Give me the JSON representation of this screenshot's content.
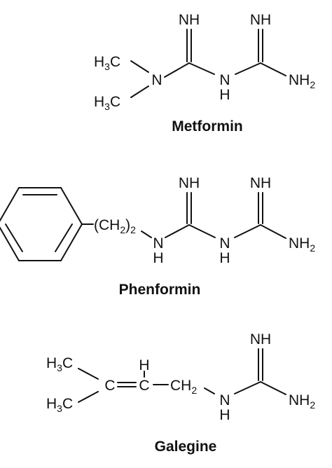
{
  "molecules": {
    "metformin": {
      "name": "Metformin",
      "imine_1": "NH",
      "imine_2": "NH",
      "methyl_top_h": "H",
      "methyl_top_sub": "3",
      "methyl_top_c": "C",
      "methyl_bottom_h": "H",
      "methyl_bottom_sub": "3",
      "methyl_bottom_c": "C",
      "dimethyl_n": "N",
      "bridge_n": "N",
      "bridge_h": "H",
      "amine_nh": "NH",
      "amine_sub": "2"
    },
    "phenformin": {
      "name": "Phenformin",
      "imine_1": "NH",
      "imine_2": "NH",
      "chain_open": "(CH",
      "chain_sub_inner": "2",
      "chain_close": ")",
      "chain_sub_outer": "2",
      "link_n": "N",
      "link_h": "H",
      "bridge_n": "N",
      "bridge_h": "H",
      "amine_nh": "NH",
      "amine_sub": "2"
    },
    "galegine": {
      "name": "Galegine",
      "imine": "NH",
      "methyl_top_h": "H",
      "methyl_top_sub": "3",
      "methyl_top_c": "C",
      "methyl_bottom_h": "H",
      "methyl_bottom_sub": "3",
      "methyl_bottom_c": "C",
      "alkene_c1": "C",
      "alkene_c2": "C",
      "alkene_h": "H",
      "ch2_ch": "CH",
      "ch2_sub": "2",
      "link_n": "N",
      "link_h": "H",
      "amine_nh": "NH",
      "amine_sub": "2"
    }
  }
}
